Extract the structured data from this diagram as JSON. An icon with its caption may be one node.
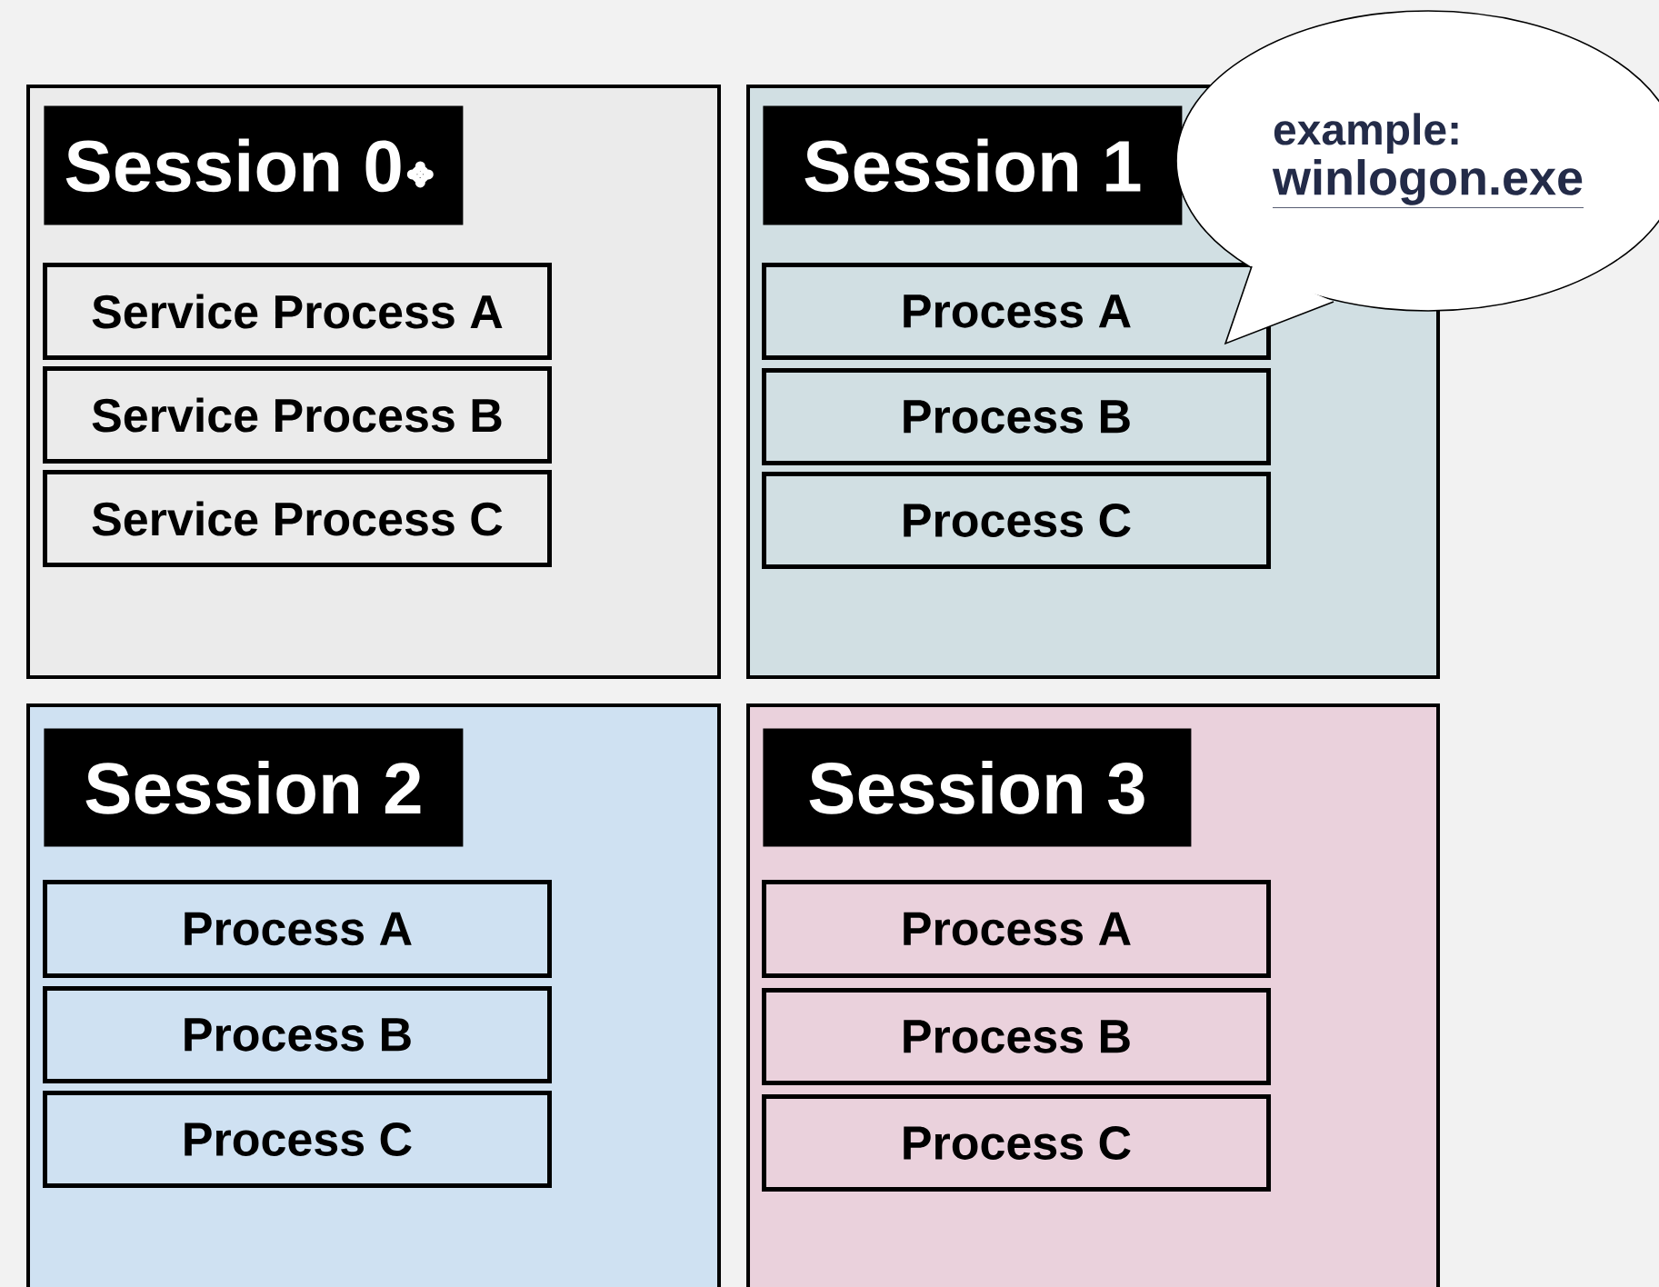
{
  "diagram": {
    "nodes": [
      {
        "text": [],
        "shape": "box"
      },
      {
        "text": [
          "Session 0"
        ],
        "in": 0
      },
      {
        "text": [
          "Service Process A"
        ],
        "in": 0
      },
      {
        "text": [
          "Service Process B"
        ],
        "in": 0
      },
      {
        "text": [
          "Service Process C"
        ],
        "in": 0
      },
      {
        "text": [],
        "shape": "box"
      },
      {
        "text": [
          "Session 1"
        ],
        "in": 5
      },
      {
        "text": [
          "Process A"
        ],
        "in": 5
      },
      {
        "text": [
          "Process B"
        ],
        "in": 5
      },
      {
        "text": [
          "Process C"
        ],
        "in": 5
      },
      {
        "text": [
          "example:",
          "winlogon.exe"
        ]
      },
      {
        "text": [],
        "shape": "box"
      },
      {
        "text": [
          "Session 2"
        ],
        "in": 11
      },
      {
        "text": [
          "Process A"
        ],
        "in": 11
      },
      {
        "text": [
          "Process B"
        ],
        "in": 11
      },
      {
        "text": [
          "Process C"
        ],
        "in": 11
      },
      {
        "text": [],
        "shape": "box"
      },
      {
        "text": [
          "Session 3"
        ],
        "in": 16
      },
      {
        "text": [
          "Process A"
        ],
        "in": 16
      },
      {
        "text": [
          "Process B"
        ],
        "in": 16
      },
      {
        "text": [
          "Process C"
        ],
        "in": 16
      }
    ]
  }
}
